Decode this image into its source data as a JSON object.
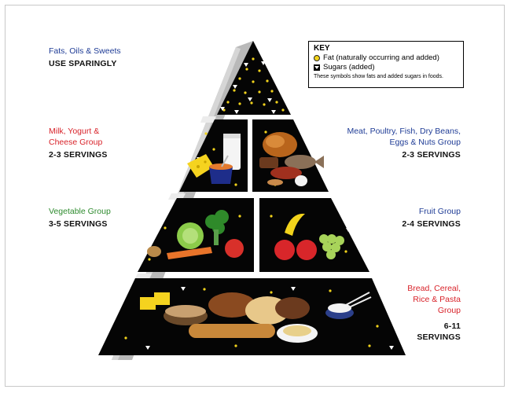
{
  "groups": {
    "fats": {
      "name": "Fats, Oils & Sweets",
      "servings": "USE SPARINGLY",
      "color": "#1f3c96"
    },
    "milk": {
      "name_line1": "Milk, Yogurt &",
      "name_line2": "Cheese Group",
      "servings": "2-3 SERVINGS",
      "color": "#d8232a"
    },
    "meat": {
      "name_line1": "Meat, Poultry, Fish, Dry Beans,",
      "name_line2": "Eggs & Nuts Group",
      "servings": "2-3 SERVINGS",
      "color": "#1f3c96"
    },
    "vegetable": {
      "name": "Vegetable Group",
      "servings": "3-5 SERVINGS",
      "color": "#2e8b2e"
    },
    "fruit": {
      "name": "Fruit Group",
      "servings": "2-4 SERVINGS",
      "color": "#1f3c96"
    },
    "bread": {
      "name_line1": "Bread, Cereal,",
      "name_line2": "Rice & Pasta",
      "name_line3": "Group",
      "servings_line1": "6-11",
      "servings_line2": "SERVINGS",
      "color": "#d8232a"
    }
  },
  "key": {
    "title": "KEY",
    "fat_label": "Fat (naturally occurring and added)",
    "sugar_label": "Sugars (added)",
    "note": "These symbols show fats and added sugars in foods."
  },
  "colors": {
    "pyramid": "#050505",
    "side": "#b9b9b9",
    "fat_symbol": "#f2d31b"
  }
}
